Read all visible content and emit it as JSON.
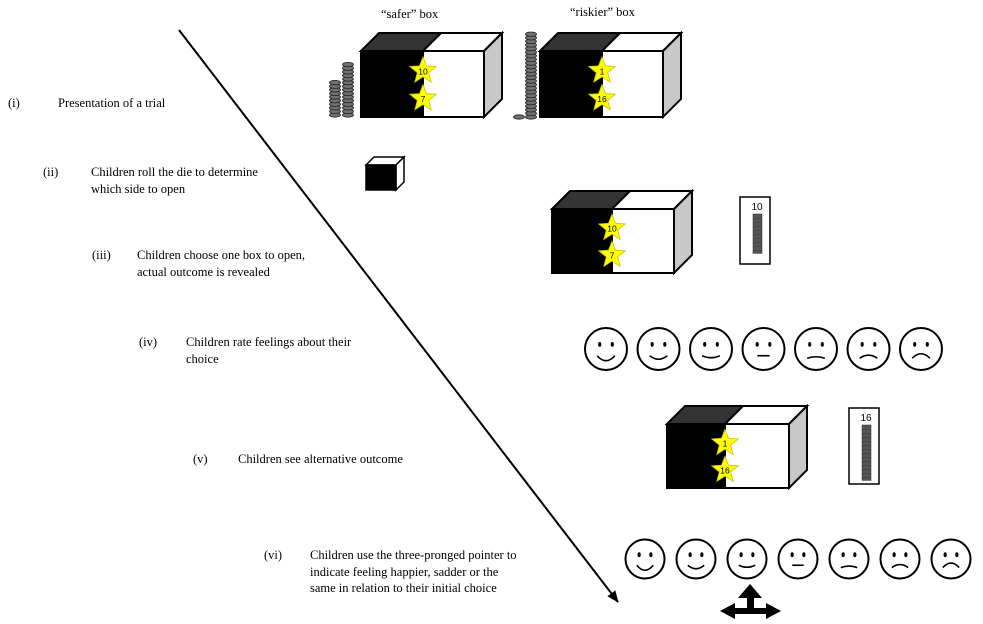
{
  "labels": {
    "safer": "“safer” box",
    "riskier": "“riskier” box"
  },
  "steps": [
    {
      "num": "(i)",
      "lines": [
        "Presentation of a trial"
      ]
    },
    {
      "num": "(ii)",
      "lines": [
        "Children roll the die to determine",
        "which side to open"
      ]
    },
    {
      "num": "(iii)",
      "lines": [
        "Children choose one box to open,",
        "actual outcome is revealed"
      ]
    },
    {
      "num": "(iv)",
      "lines": [
        "Children rate feelings about their",
        "choice"
      ]
    },
    {
      "num": "(v)",
      "lines": [
        "Children see alternative outcome"
      ]
    },
    {
      "num": "(vi)",
      "lines": [
        "Children use the three-pronged pointer to",
        "indicate feeling happier, sadder or the",
        "same in relation to their initial choice"
      ]
    }
  ],
  "boxes": {
    "safer": {
      "star_top": "10",
      "star_bottom": "7"
    },
    "riskier": {
      "star_top": "1",
      "star_bottom": "16"
    },
    "chosen": {
      "star_top": "10",
      "star_bottom": "7",
      "token_count": "10"
    },
    "alternative": {
      "star_top": "1",
      "star_bottom": "16",
      "token_count": "16"
    }
  },
  "faces": [
    "very-happy",
    "happy",
    "slightly-happy",
    "neutral",
    "slightly-sad",
    "sad",
    "very-sad"
  ],
  "colors": {
    "star": "#ffff00",
    "side_panel": "#c8c8c8",
    "coin": "#707070"
  }
}
